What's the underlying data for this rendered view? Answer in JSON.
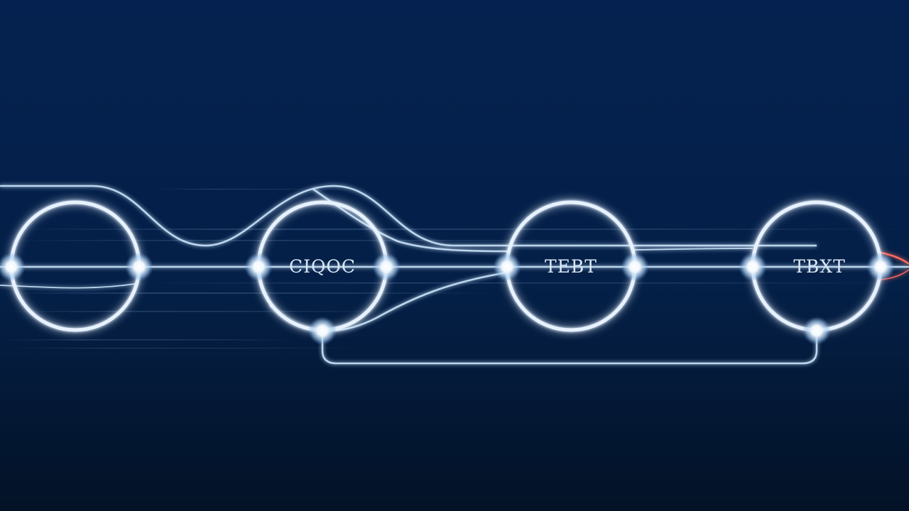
{
  "scene": {
    "colors": {
      "background_top": "#05214f",
      "background_bottom": "#031226",
      "glow": "#dcecff",
      "line": "#bcd6ee",
      "accent_red": "#ff6a5e"
    },
    "nodes": [
      {
        "label": ""
      },
      {
        "label": "CIQOC"
      },
      {
        "label": "TEBT"
      },
      {
        "label": "TBXT"
      }
    ]
  }
}
